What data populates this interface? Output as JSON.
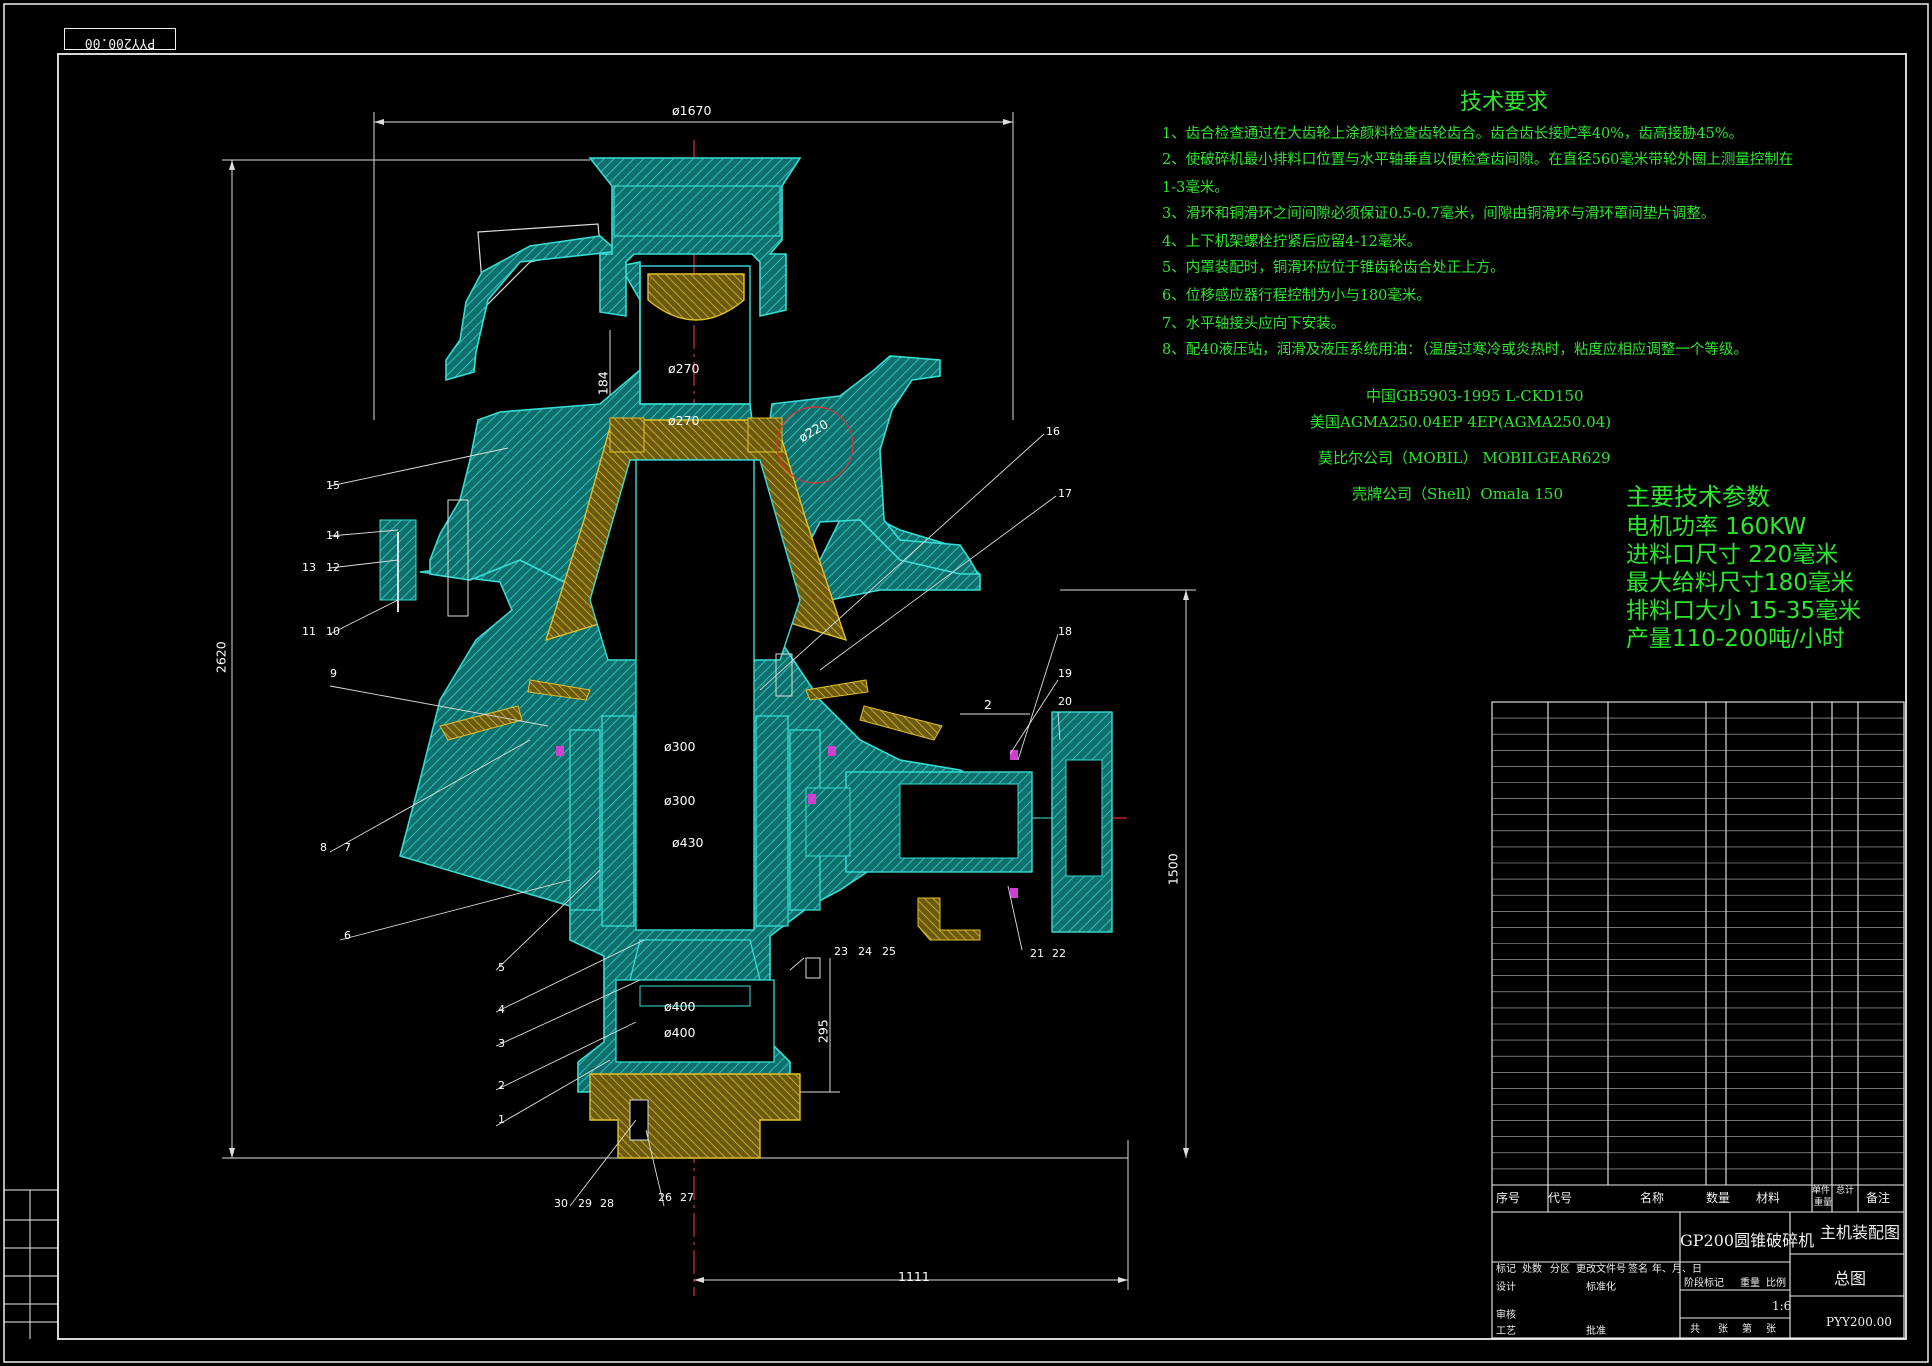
{
  "sheet_number": "PYY200.00",
  "tech_requirements": {
    "title": "技术要求",
    "items": [
      "1、齿合检查通过在大齿轮上涂颜料检查齿轮齿合。齿合齿长接贮率40%，齿高接胁45%。",
      "2、使破碎机最小排料口位置与水平轴垂直以便检查齿间隙。在直径560毫米带轮外圈上测量控制在",
      "1-3毫米。",
      "3、滑环和铜滑环之间间隙必须保证0.5-0.7毫米，间隙由铜滑环与滑环罩间垫片调整。",
      "4、上下机架螺栓拧紧后应留4-12毫米。",
      "5、内罩装配时，铜滑环应位于锥齿轮齿合处正上方。",
      "6、位移感应器行程控制为小与180毫米。",
      "7、水平轴接头应向下安装。",
      "8、配40液压站，润滑及液压系统用油：（温度过寒冷或炎热时，粘度应相应调整一个等级。"
    ]
  },
  "lubricants": [
    "中国GB5903-1995 L-CKD150",
    "美国AGMA250.04EP 4EP(AGMA250.04)",
    "莫比尔公司（MOBIL） MOBILGEAR629",
    "壳牌公司（Shell）Omala 150"
  ],
  "main_params": {
    "title": "主要技术参数",
    "items": [
      "电机功率 160KW",
      "进料口尺寸 220毫米",
      "最大给料尺寸180毫米",
      "排料口大小 15-35毫米",
      "产量110-200吨/小时"
    ]
  },
  "dimensions": {
    "overall_width": "ø1670",
    "overall_height": "2620",
    "frame_height": "1500",
    "shaft_offset": "1111",
    "feed_height": "184",
    "lower_height": "295",
    "gap": "2",
    "feed_dia": "ø220",
    "bores": [
      "ø270",
      "ø270",
      "ø300",
      "ø300",
      "ø430",
      "ø400",
      "ø400"
    ]
  },
  "callouts": [
    "1",
    "2",
    "3",
    "4",
    "5",
    "6",
    "7",
    "8",
    "9",
    "10",
    "11",
    "12",
    "13",
    "14",
    "15",
    "16",
    "17",
    "18",
    "19",
    "20",
    "21",
    "22",
    "23",
    "24",
    "25",
    "26",
    "27",
    "28",
    "29",
    "30"
  ],
  "parts_table": {
    "headers": [
      "序号",
      "代号",
      "名称",
      "数量",
      "材料",
      "单件",
      "总计",
      "备注"
    ],
    "weight_label": "重量"
  },
  "title_block": {
    "product": "GP200圆锥破碎机",
    "drawing_title": "主机装配图",
    "drawing_type": "总图",
    "drawing_number": "PYY200.00",
    "scale": "1:6",
    "row_labels": [
      "标记",
      "处数",
      "分区",
      "更改文件号",
      "签名",
      "年、月、日"
    ],
    "side_labels": [
      "设计",
      "标准化",
      "审核",
      "工艺",
      "批准"
    ],
    "stage_labels": [
      "阶段标记",
      "重量",
      "比例"
    ],
    "sheet_labels": [
      "共",
      "张",
      "第",
      "张"
    ]
  },
  "colors": {
    "background": "#000000",
    "frame": "#eeeeee",
    "machine": "#1fb5b0",
    "hatch_yellow": "#c8a92a",
    "notes": "#2ee62e",
    "center_line": "#e03030",
    "magenta": "#d040d0"
  }
}
